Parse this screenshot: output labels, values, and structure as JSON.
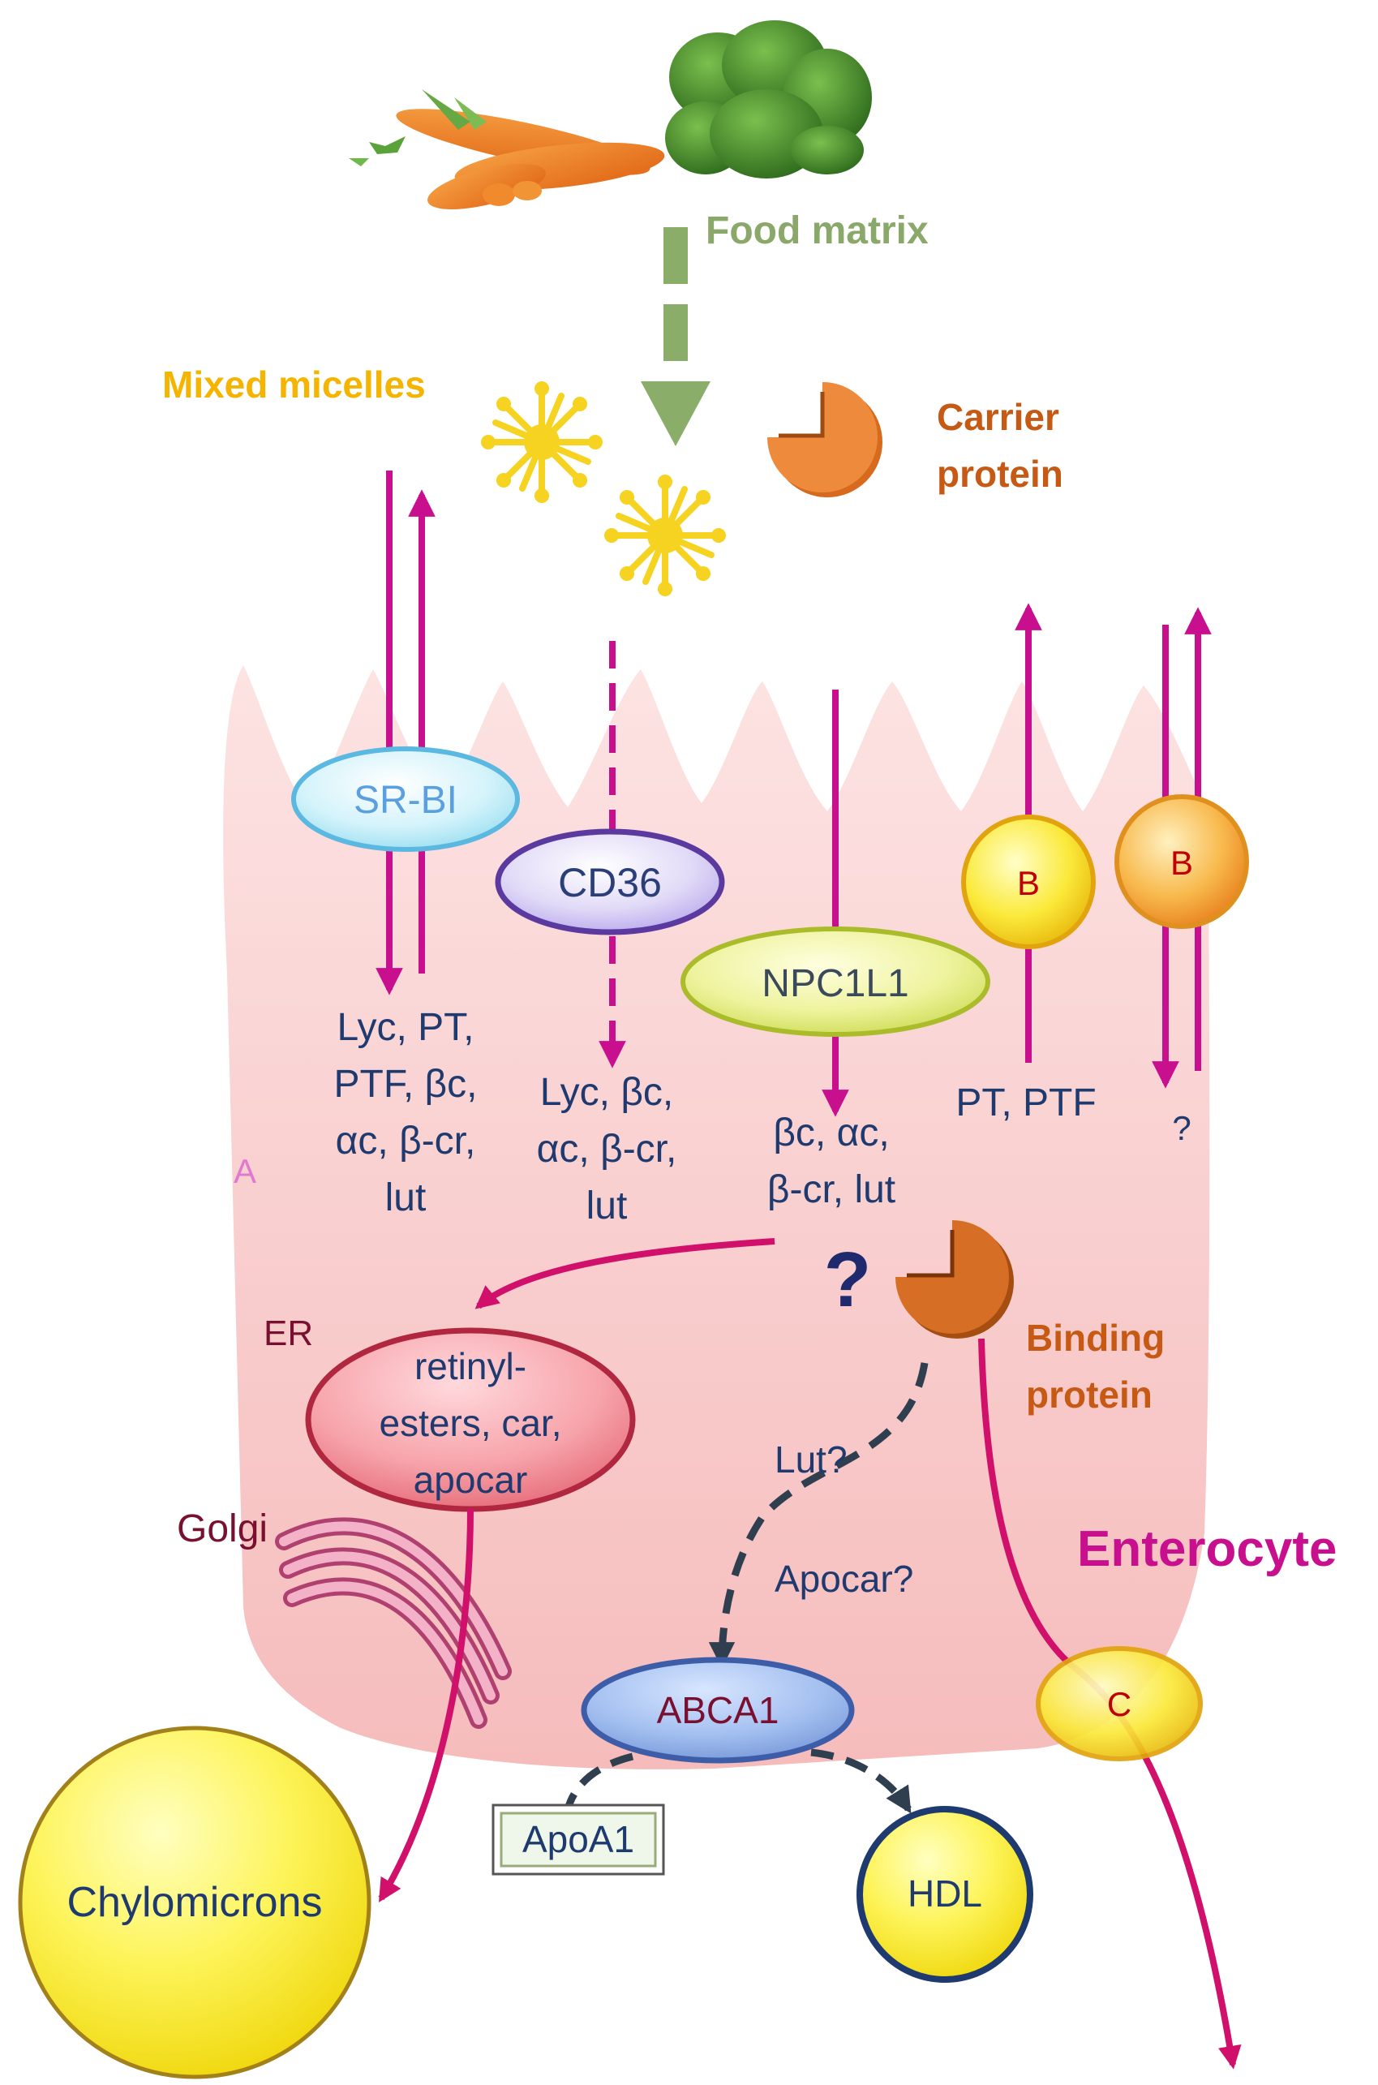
{
  "labels": {
    "food_matrix": "Food matrix",
    "mixed_micelles": "Mixed micelles",
    "carrier_protein_line1": "Carrier",
    "carrier_protein_line2": "protein",
    "binding_protein_line1": "Binding",
    "binding_protein_line2": "protein",
    "enterocyte": "Enterocyte",
    "panel_letter": "A",
    "er": "ER",
    "golgi": "Golgi",
    "question_big": "?",
    "question_small": "?",
    "lut_q": "Lut?",
    "apocar_q": "Apocar?"
  },
  "transporters": {
    "srbi": "SR-BI",
    "cd36": "CD36",
    "npc1l1": "NPC1L1",
    "b1": "B",
    "b2": "B",
    "abca1": "ABCA1",
    "c": "C"
  },
  "substrates": {
    "srbi": [
      "Lyc, PT,",
      "PTF, βc,",
      "αc, β-cr,",
      "lut"
    ],
    "cd36": [
      "Lyc, βc,",
      "αc, β-cr,",
      "lut"
    ],
    "npc1l1": [
      "βc, αc,",
      "β-cr, lut"
    ],
    "b1": [
      "PT, PTF"
    ]
  },
  "er_content": [
    "retinyl-",
    "esters, car,",
    "apocar"
  ],
  "outputs": {
    "chylomicrons": "Chylomicrons",
    "hdl": "HDL",
    "apoa1": "ApoA1"
  },
  "colors": {
    "cell_fill": "#f9c9c9",
    "arrow_magenta": "#c8108f",
    "food_arrow": "#8aad6a",
    "food_text": "#8aa86a",
    "micelle_text": "#f4b400",
    "protein_text": "#c65a15",
    "enterocyte_text": "#c8108f",
    "text_blue": "#1f3a6e"
  },
  "icons": [
    "carrot-icon",
    "spinach-icon",
    "micelle-icon",
    "carrier-protein-icon",
    "binding-protein-icon"
  ]
}
